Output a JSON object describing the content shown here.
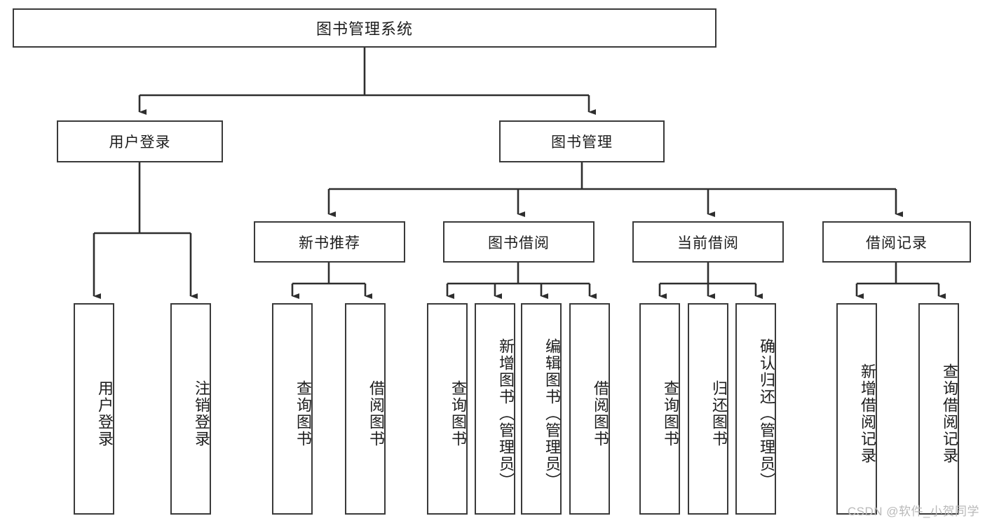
{
  "diagram": {
    "type": "tree",
    "title": "图书管理系统",
    "root": {
      "label": "图书管理系统"
    },
    "level2": [
      {
        "label": "用户登录"
      },
      {
        "label": "图书管理"
      }
    ],
    "level3": [
      {
        "label": "新书推荐"
      },
      {
        "label": "图书借阅"
      },
      {
        "label": "当前借阅"
      },
      {
        "label": "借阅记录"
      }
    ],
    "leaves": {
      "user_login": [
        {
          "label": "用户登录"
        },
        {
          "label": "注销登录"
        }
      ],
      "new_book_recommend": [
        {
          "label": "查询图书"
        },
        {
          "label": "借阅图书"
        }
      ],
      "book_borrow": [
        {
          "label": "查询图书"
        },
        {
          "label": "新增图书（管理员）"
        },
        {
          "label": "编辑图书（管理员）"
        },
        {
          "label": "借阅图书"
        }
      ],
      "current_borrow": [
        {
          "label": "查询图书"
        },
        {
          "label": "归还图书"
        },
        {
          "label": "确认归还（管理员）"
        }
      ],
      "borrow_record": [
        {
          "label": "新增借阅记录"
        },
        {
          "label": "查询借阅记录"
        }
      ]
    }
  },
  "watermark": {
    "text": "CSDN @软件_小贺同学"
  },
  "colors": {
    "stroke": "#3a3a3a",
    "text": "#1d1d1d",
    "background": "#ffffff",
    "watermark": "#b9b9b9"
  }
}
